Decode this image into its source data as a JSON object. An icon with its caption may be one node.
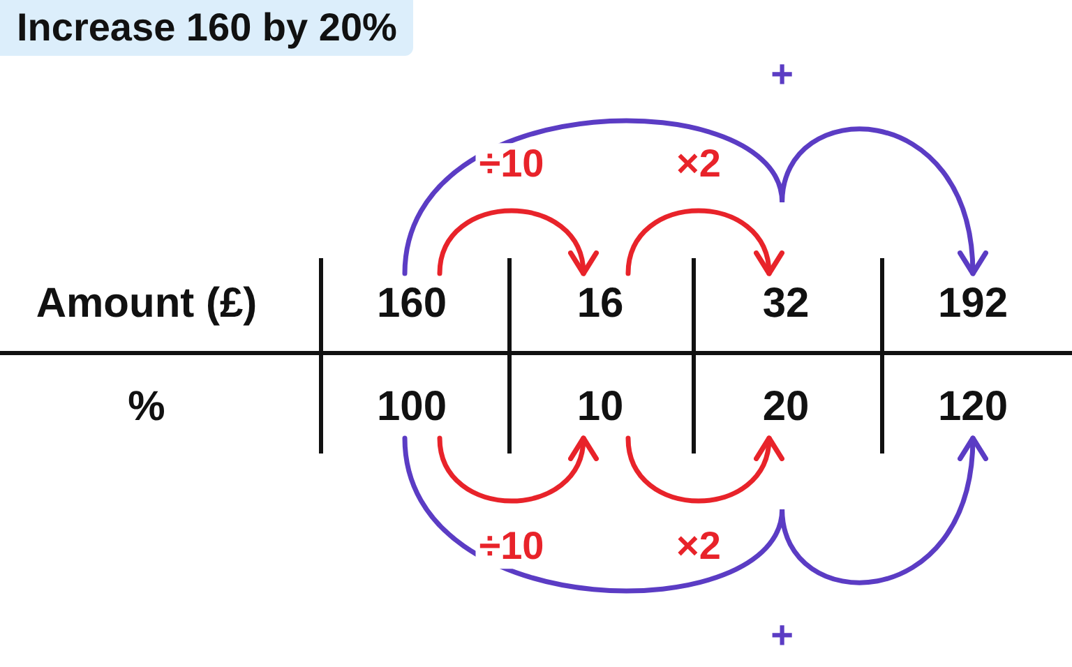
{
  "diagram": {
    "title": "Increase 160 by 20%",
    "nodes": [
      {
        "text": [
          "160"
        ]
      },
      {
        "text": [
          "16"
        ]
      },
      {
        "text": [
          "32"
        ]
      },
      {
        "text": [
          "192"
        ]
      },
      {
        "text": [
          "100"
        ]
      },
      {
        "text": [
          "10"
        ]
      },
      {
        "text": [
          "20"
        ]
      },
      {
        "text": [
          "120"
        ]
      }
    ],
    "edges": [
      {
        "from": 0,
        "to": 3,
        "arrow": "to",
        "label": "+",
        "color": "#5b3cc4"
      },
      {
        "from": 0,
        "to": 1,
        "arrow": "to",
        "label": "÷10",
        "color": "#e8232a"
      },
      {
        "from": 1,
        "to": 2,
        "arrow": "to",
        "label": "×2",
        "color": "#e8232a"
      },
      {
        "from": 4,
        "to": 5,
        "arrow": "to",
        "label": "÷10",
        "color": "#e8232a"
      },
      {
        "from": 5,
        "to": 6,
        "arrow": "to",
        "label": "×2",
        "color": "#e8232a"
      },
      {
        "from": 4,
        "to": 7,
        "arrow": "to",
        "label": "+",
        "color": "#5b3cc4"
      }
    ],
    "labels": [
      "Amount (£)",
      "%"
    ]
  }
}
